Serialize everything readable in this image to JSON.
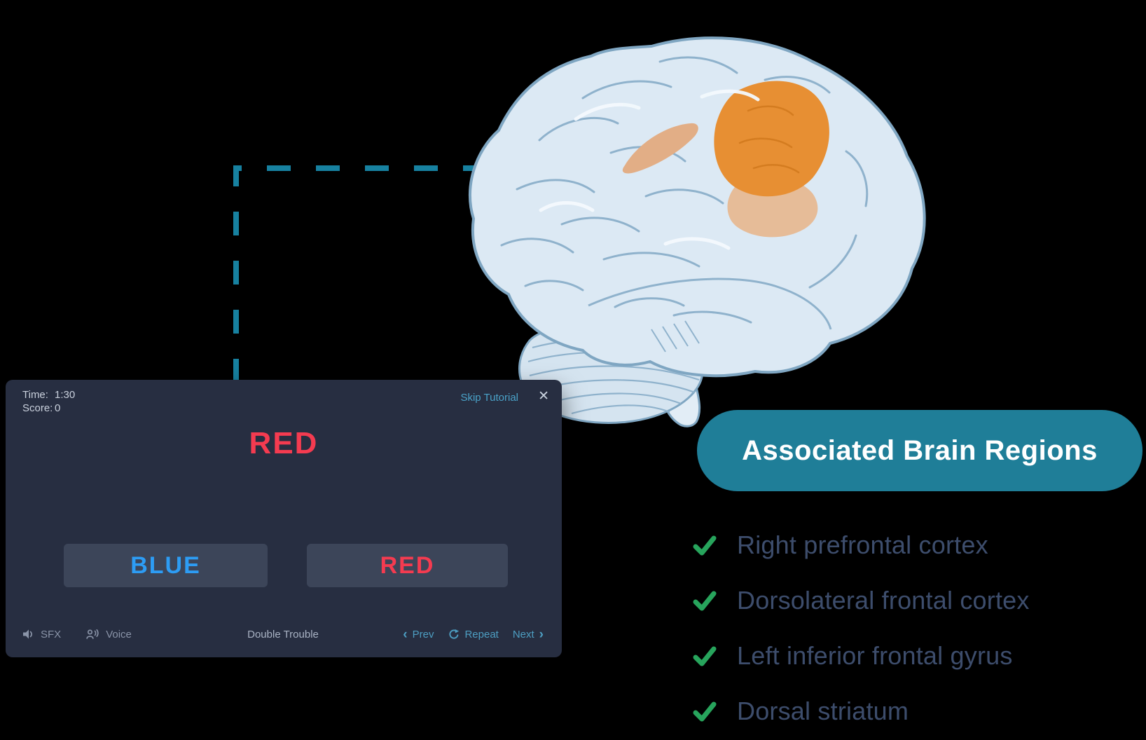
{
  "connector": {
    "color": "#1781a0",
    "style": "dashed"
  },
  "brain_illustration": {
    "base_color": "#dce9f4",
    "outline_color": "#7fa6c2",
    "gyri_color": "#8fb2cc",
    "highlight_region_color": "#e78f33",
    "secondary_region_color": "#e6b78f"
  },
  "header_pill": {
    "label": "Associated Brain Regions",
    "bg_color": "#1f7e98",
    "text_color": "#ffffff"
  },
  "brain_regions_list": {
    "check_color": "#27a45c",
    "text_color": "#3d4d6c",
    "items": [
      {
        "label": "Right prefrontal cortex"
      },
      {
        "label": "Dorsolateral frontal cortex"
      },
      {
        "label": "Left inferior frontal gyrus"
      },
      {
        "label": "Dorsal striatum"
      }
    ]
  },
  "game_panel": {
    "panel_bg": "#272e41",
    "time_label": "Time:",
    "time_value": "1:30",
    "score_label": "Score:",
    "score_value": "0",
    "skip_tutorial_label": "Skip Tutorial",
    "stimulus_word": "RED",
    "stimulus_color": "#f43b50",
    "answer_buttons": [
      {
        "label": "BLUE",
        "text_color": "#2d9cf4"
      },
      {
        "label": "RED",
        "text_color": "#f43b50"
      }
    ],
    "footer": {
      "sfx_label": "SFX",
      "voice_label": "Voice",
      "game_title": "Double Trouble",
      "prev_label": "Prev",
      "repeat_label": "Repeat",
      "next_label": "Next"
    }
  },
  "icons": {
    "close_glyph": "✕",
    "prev_chevron": "‹",
    "next_chevron": "›"
  }
}
